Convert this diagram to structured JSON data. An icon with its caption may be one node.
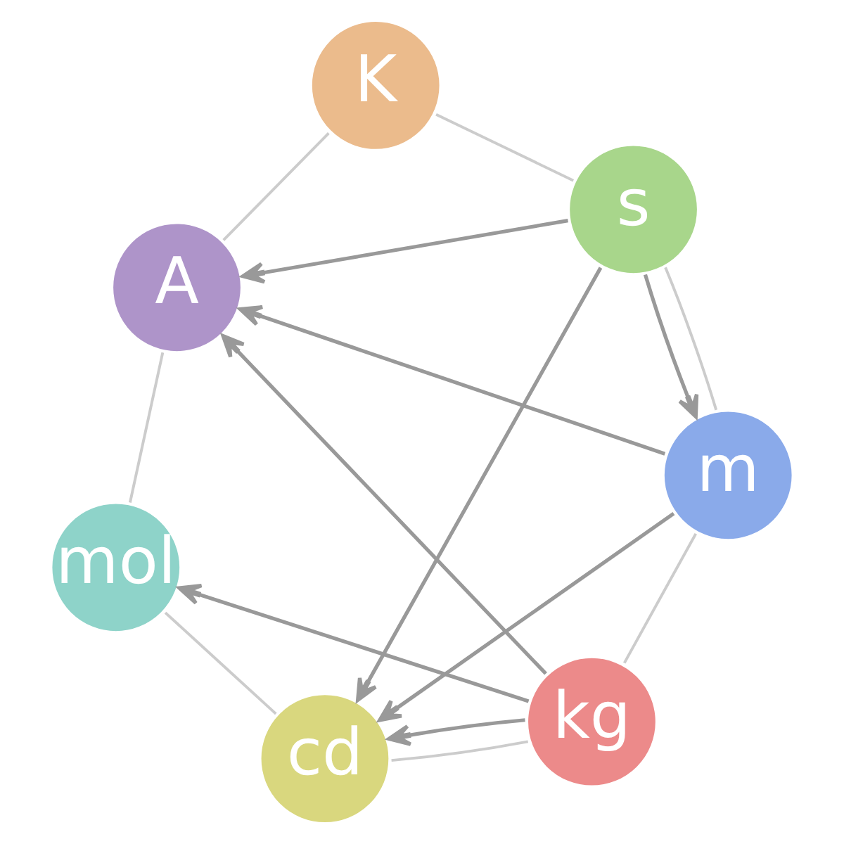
{
  "diagram": {
    "nodes": [
      {
        "text": [
          "K"
        ]
      },
      {
        "text": [
          "A"
        ]
      },
      {
        "text": [
          "s"
        ]
      },
      {
        "text": [
          "mol"
        ]
      },
      {
        "text": [
          "m"
        ]
      },
      {
        "text": [
          "cd"
        ]
      },
      {
        "text": [
          "kg"
        ]
      }
    ],
    "edges": [
      {
        "from": 0,
        "to": 2,
        "arrow": "none",
        "color": "#cccccc"
      },
      {
        "from": 2,
        "to": 4,
        "arrow": "none",
        "color": "#cccccc"
      },
      {
        "from": 4,
        "to": 6,
        "arrow": "none",
        "color": "#cccccc"
      },
      {
        "from": 6,
        "to": 5,
        "arrow": "none",
        "color": "#cccccc"
      },
      {
        "from": 5,
        "to": 3,
        "arrow": "none",
        "color": "#cccccc"
      },
      {
        "from": 3,
        "to": 1,
        "arrow": "none",
        "color": "#cccccc"
      },
      {
        "from": 1,
        "to": 0,
        "arrow": "none",
        "color": "#cccccc"
      },
      {
        "from": 2,
        "to": 1,
        "arrow": "to"
      },
      {
        "from": 2,
        "to": 4,
        "arrow": "to"
      },
      {
        "from": 4,
        "to": 1,
        "arrow": "to"
      },
      {
        "from": 2,
        "to": 5,
        "arrow": "to"
      },
      {
        "from": 4,
        "to": 5,
        "arrow": "to"
      },
      {
        "from": 6,
        "to": 1,
        "arrow": "to"
      },
      {
        "from": 6,
        "to": 3,
        "arrow": "to"
      },
      {
        "from": 6,
        "to": 5,
        "arrow": "to"
      }
    ]
  }
}
